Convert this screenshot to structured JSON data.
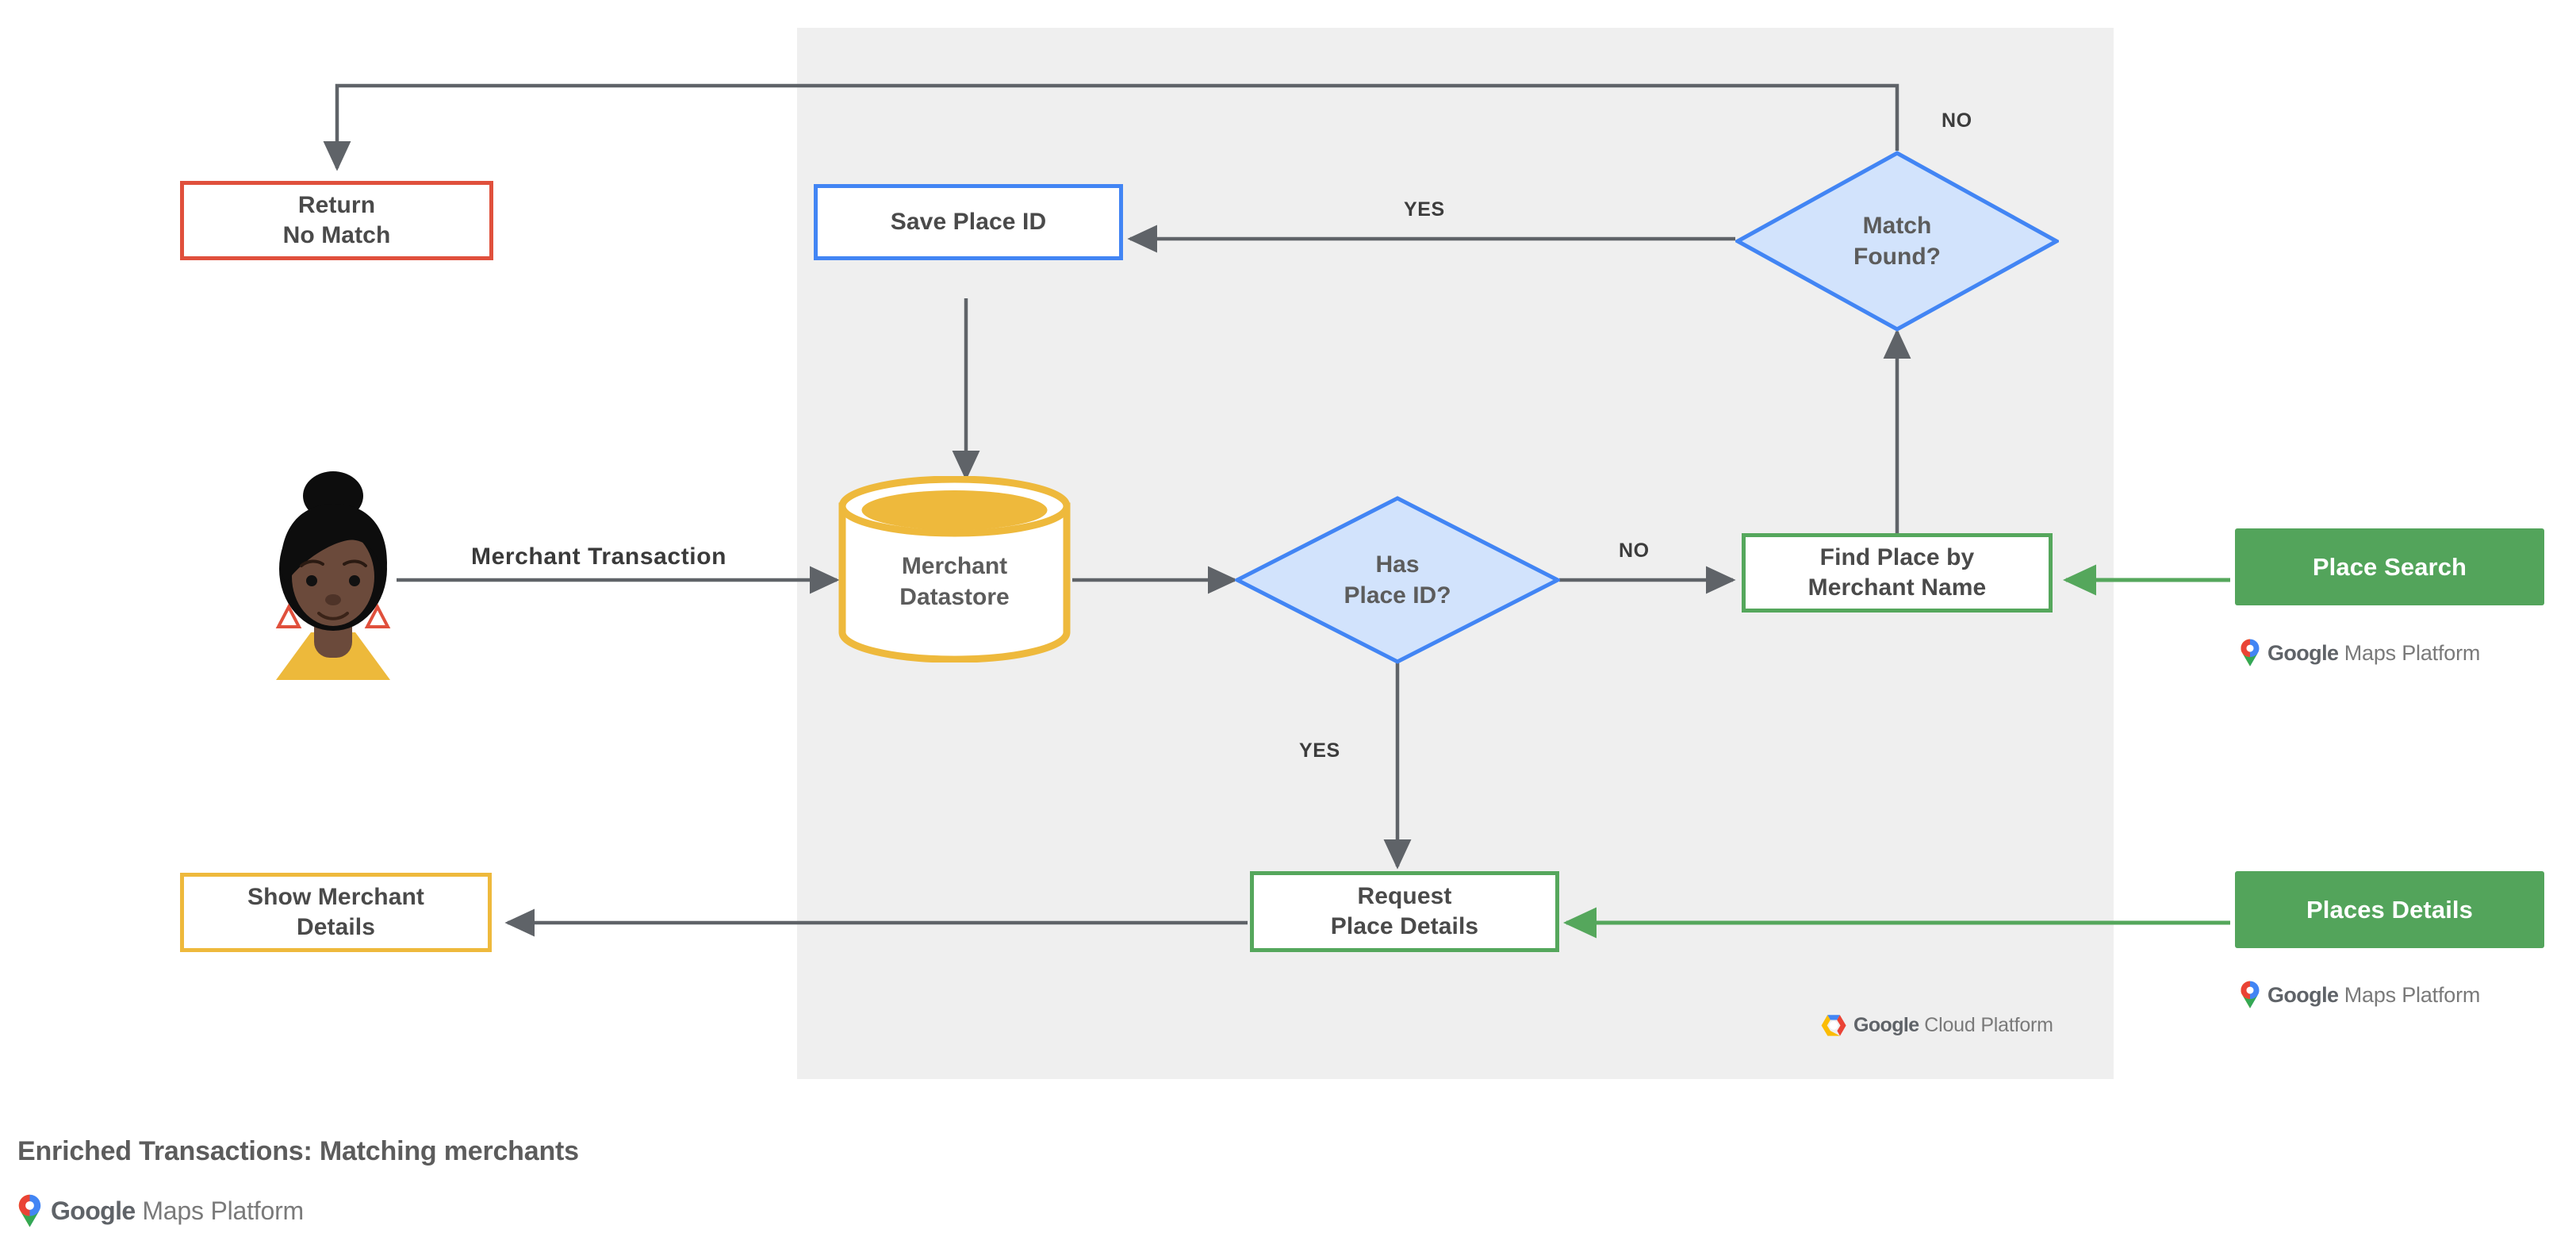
{
  "diagram": {
    "title": "Enriched Transactions: Matching merchants",
    "colors": {
      "panel_bg": "#efefef",
      "red": "#e0503c",
      "blue": "#4285f4",
      "blue_fill": "#d2e3fc",
      "green": "#55a75c",
      "green_solid": "#53a45b",
      "amber": "#eeb93c",
      "connector": "#5f6368",
      "text": "#4a4a4a"
    },
    "nodes": {
      "return_no_match": "Return\nNo Match",
      "return_no_match_line1": "Return",
      "return_no_match_line2": "No Match",
      "save_place_id": "Save Place ID",
      "match_found_line1": "Match",
      "match_found_line2": "Found?",
      "merchant_datastore_line1": "Merchant",
      "merchant_datastore_line2": "Datastore",
      "has_place_id_line1": "Has",
      "has_place_id_line2": "Place ID?",
      "find_place_line1": "Find Place by",
      "find_place_line2": "Merchant Name",
      "place_search": "Place Search",
      "show_merchant_line1": "Show Merchant",
      "show_merchant_line2": "Details",
      "request_place_line1": "Request",
      "request_place_line2": "Place Details",
      "places_details": "Places Details"
    },
    "edge_labels": {
      "merchant_transaction": "Merchant Transaction",
      "match_found_no": "NO",
      "match_found_yes": "YES",
      "has_place_id_no": "NO",
      "has_place_id_yes": "YES"
    },
    "brands": {
      "maps_google": "Google",
      "maps_suffix": " Maps Platform",
      "cloud_google": "Google",
      "cloud_suffix": " Cloud Platform"
    }
  }
}
